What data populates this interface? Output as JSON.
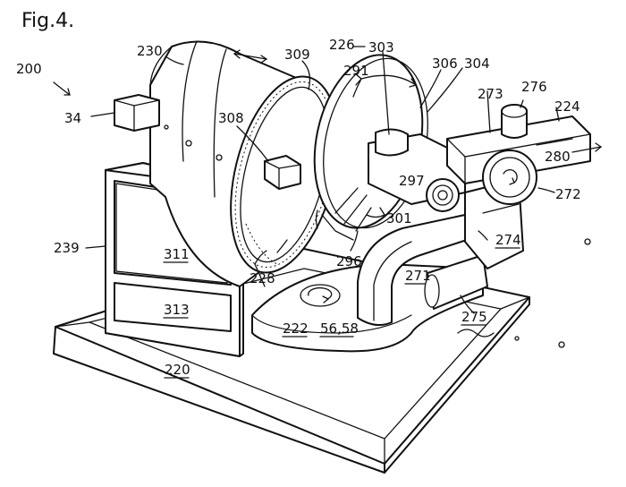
{
  "figure": {
    "title": "Fig.4."
  },
  "labels": {
    "l200": "200",
    "l34": "34",
    "l230": "230",
    "l309": "309",
    "l226": "226",
    "l303": "303",
    "l291": "291",
    "l306": "306",
    "l304": "304",
    "l273": "273",
    "l276": "276",
    "l224": "224",
    "l308": "308",
    "l280": "280",
    "l297": "297",
    "l272": "272",
    "l301": "301",
    "l239": "239",
    "l311": "311",
    "l274": "274",
    "l296": "296",
    "l271": "271",
    "l228": "228",
    "l313": "313",
    "l222": "222",
    "l5658": "56,58",
    "l275": "275",
    "l220": "220"
  }
}
